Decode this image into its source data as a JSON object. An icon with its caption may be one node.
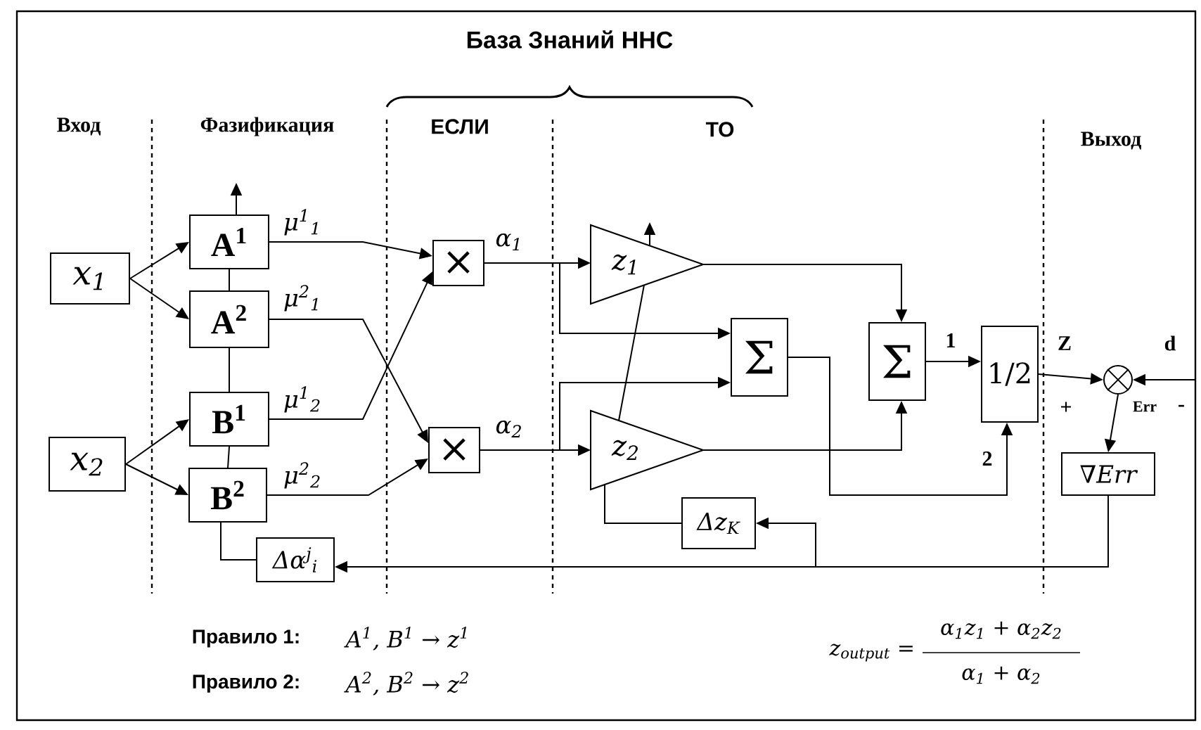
{
  "diagram": {
    "nodes": [
      {
        "text": [
          "x$_{1}$"
        ]
      },
      {
        "text": [
          "x$_{2}$"
        ]
      },
      {
        "text": [
          "A$^{1}$"
        ]
      },
      {
        "text": [
          "A$^{2}$"
        ]
      },
      {
        "text": [
          "B$^{1}$"
        ]
      },
      {
        "text": [
          "B$^{2}$"
        ]
      },
      {
        "text": [
          "×"
        ]
      },
      {
        "text": [
          "×"
        ]
      },
      {
        "text": [
          "z$_{1}$"
        ]
      },
      {
        "text": [
          "z$_{2}$"
        ]
      },
      {
        "text": [
          "Σ"
        ]
      },
      {
        "text": [
          "Σ"
        ]
      },
      {
        "text": [
          "1/2"
        ]
      },
      {
        "text": [],
        "shape": "circle"
      },
      {
        "text": [
          "∇Err"
        ]
      },
      {
        "text": [
          "Δz$_{K}$"
        ]
      },
      {
        "text": [
          "Δα$^{j}$$_{i}$"
        ]
      }
    ],
    "edges": [
      {
        "from": 0,
        "to": 2,
        "arrow": "to"
      },
      {
        "from": 0,
        "to": 3,
        "arrow": "to"
      },
      {
        "from": 1,
        "to": 4,
        "arrow": "to"
      },
      {
        "from": 1,
        "to": 5,
        "arrow": "to"
      },
      {
        "from": 2,
        "to": 6,
        "arrow": "to",
        "label": "μ$^{1}$$_{1}$"
      },
      {
        "from": 3,
        "to": 7,
        "arrow": "to",
        "label": "μ$^{2}$$_{1}$"
      },
      {
        "from": 4,
        "to": 6,
        "arrow": "to",
        "label": "μ$^{1}$$_{2}$"
      },
      {
        "from": 5,
        "to": 7,
        "arrow": "to",
        "label": "μ$^{2}$$_{2}$"
      },
      {
        "from": 6,
        "to": 8,
        "arrow": "to",
        "label": "α$_{1}$"
      },
      {
        "from": 7,
        "to": 9,
        "arrow": "to",
        "label": "α$_{2}$"
      },
      {
        "from": 6,
        "to": 10,
        "arrow": "to"
      },
      {
        "from": 7,
        "to": 10,
        "arrow": "to"
      },
      {
        "from": 8,
        "to": 11,
        "arrow": "to"
      },
      {
        "from": 9,
        "to": 11,
        "arrow": "to"
      },
      {
        "from": 11,
        "to": 12,
        "arrow": "to",
        "label": "1"
      },
      {
        "from": 10,
        "to": 12,
        "arrow": "to",
        "label": "2"
      },
      {
        "from": 12,
        "to": 13,
        "arrow": "to",
        "label": "Z"
      },
      {
        "from": null,
        "to": 13,
        "arrow": "to",
        "label": "d"
      },
      {
        "from": 13,
        "to": 14,
        "arrow": "to",
        "label": "Err"
      },
      {
        "from": 14,
        "to": 15,
        "arrow": "to"
      },
      {
        "from": 14,
        "to": 16,
        "arrow": "to"
      },
      {
        "from": 15,
        "to": 9,
        "arrow": "none"
      },
      {
        "from": 9,
        "to": 8,
        "arrow": "none"
      },
      {
        "from": 16,
        "to": 5,
        "arrow": "none"
      },
      {
        "from": 5,
        "to": 4,
        "arrow": "none"
      },
      {
        "from": 4,
        "to": 3,
        "arrow": "none"
      },
      {
        "from": 3,
        "to": 2,
        "arrow": "none"
      }
    ],
    "labels": [
      "База Знаний ННС",
      "Вход",
      "Фазификация",
      "ЕСЛИ",
      "ТО",
      "Выход",
      "+",
      "-",
      "Правило 1:",
      "A$^{1}$, B$^{1}$ → z$^{1}$",
      "Правило 2:",
      "A$^{2}$, B$^{2}$ → z$^{2}$",
      "z$_{output}$ =",
      "α$_{1}$z$_{1}$ + α$_{2}$z$_{2}$",
      "α$_{1}$ + α$_{2}$"
    ]
  }
}
